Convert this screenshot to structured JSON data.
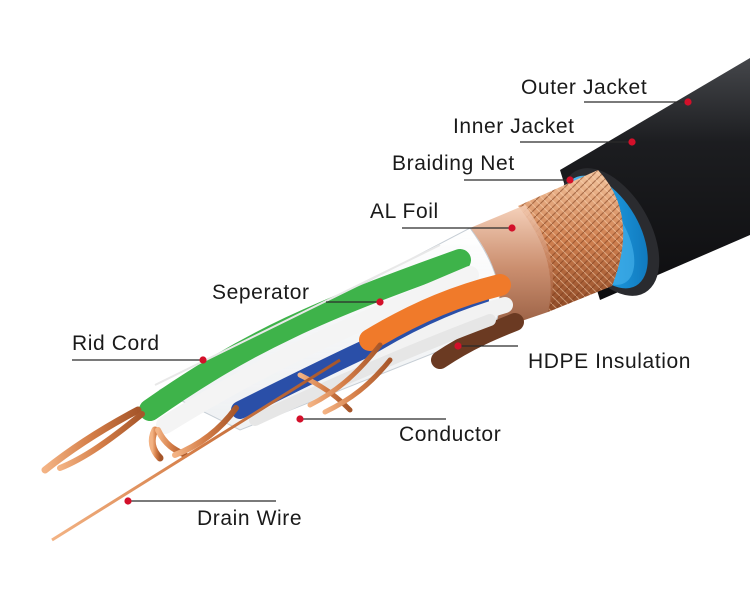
{
  "labels": {
    "outer_jacket": "Outer Jacket",
    "inner_jacket": "Inner Jacket",
    "braiding_net": "Braiding Net",
    "al_foil": "AL Foil",
    "seperator": "Seperator",
    "rid_cord": "Rid Cord",
    "hdpe_insulation": "HDPE Insulation",
    "conductor": "Conductor",
    "drain_wire": "Drain Wire"
  },
  "colors": {
    "outer_jacket": "#1e1f22",
    "inner_jacket": "#1e9be0",
    "braid": "#d08658",
    "foil": "#c98a6a",
    "copper": "#e0915c",
    "pair_green": "#3eb34a",
    "pair_orange": "#f07a2a",
    "pair_blue": "#2a4fa8",
    "pair_brown": "#6b3a22",
    "marker": "#d3102a"
  }
}
